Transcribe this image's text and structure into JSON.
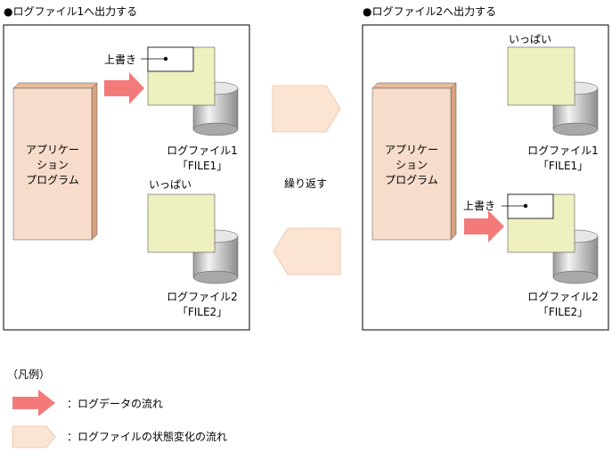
{
  "colors": {
    "app_box_fill": "#f7dccb",
    "app_box_side": "#d8a07c",
    "file_fill": "#eef0c0",
    "cylinder_body": "#c8c8c8",
    "cylinder_highlight": "#f4f4f4",
    "data_arrow": "#f47a7a",
    "state_arrow": "#fbe4d2",
    "state_arrow_stroke": "#e6c2a8",
    "border": "#000000"
  },
  "left_panel": {
    "title": "●ログファイル1へ出力する",
    "app_label_lines": [
      "アプリケー",
      "ション",
      "プログラム"
    ],
    "overwrite_label": "上書き",
    "file1_caption": "ログファイル1",
    "file1_name": "「FILE1」",
    "full_label": "いっぱい",
    "file2_caption": "ログファイル2",
    "file2_name": "「FILE2」"
  },
  "right_panel": {
    "title": "●ログファイル2へ出力する",
    "app_label_lines": [
      "アプリケー",
      "ション",
      "プログラム"
    ],
    "full_label": "いっぱい",
    "file1_caption": "ログファイル1",
    "file1_name": "「FILE1」",
    "overwrite_label": "上書き",
    "file2_caption": "ログファイル2",
    "file2_name": "「FILE2」"
  },
  "middle": {
    "repeat_label": "繰り返す"
  },
  "legend": {
    "title": "（凡例）",
    "data_flow": "：ログデータの流れ",
    "state_flow": "：ログファイルの状態変化の流れ"
  }
}
